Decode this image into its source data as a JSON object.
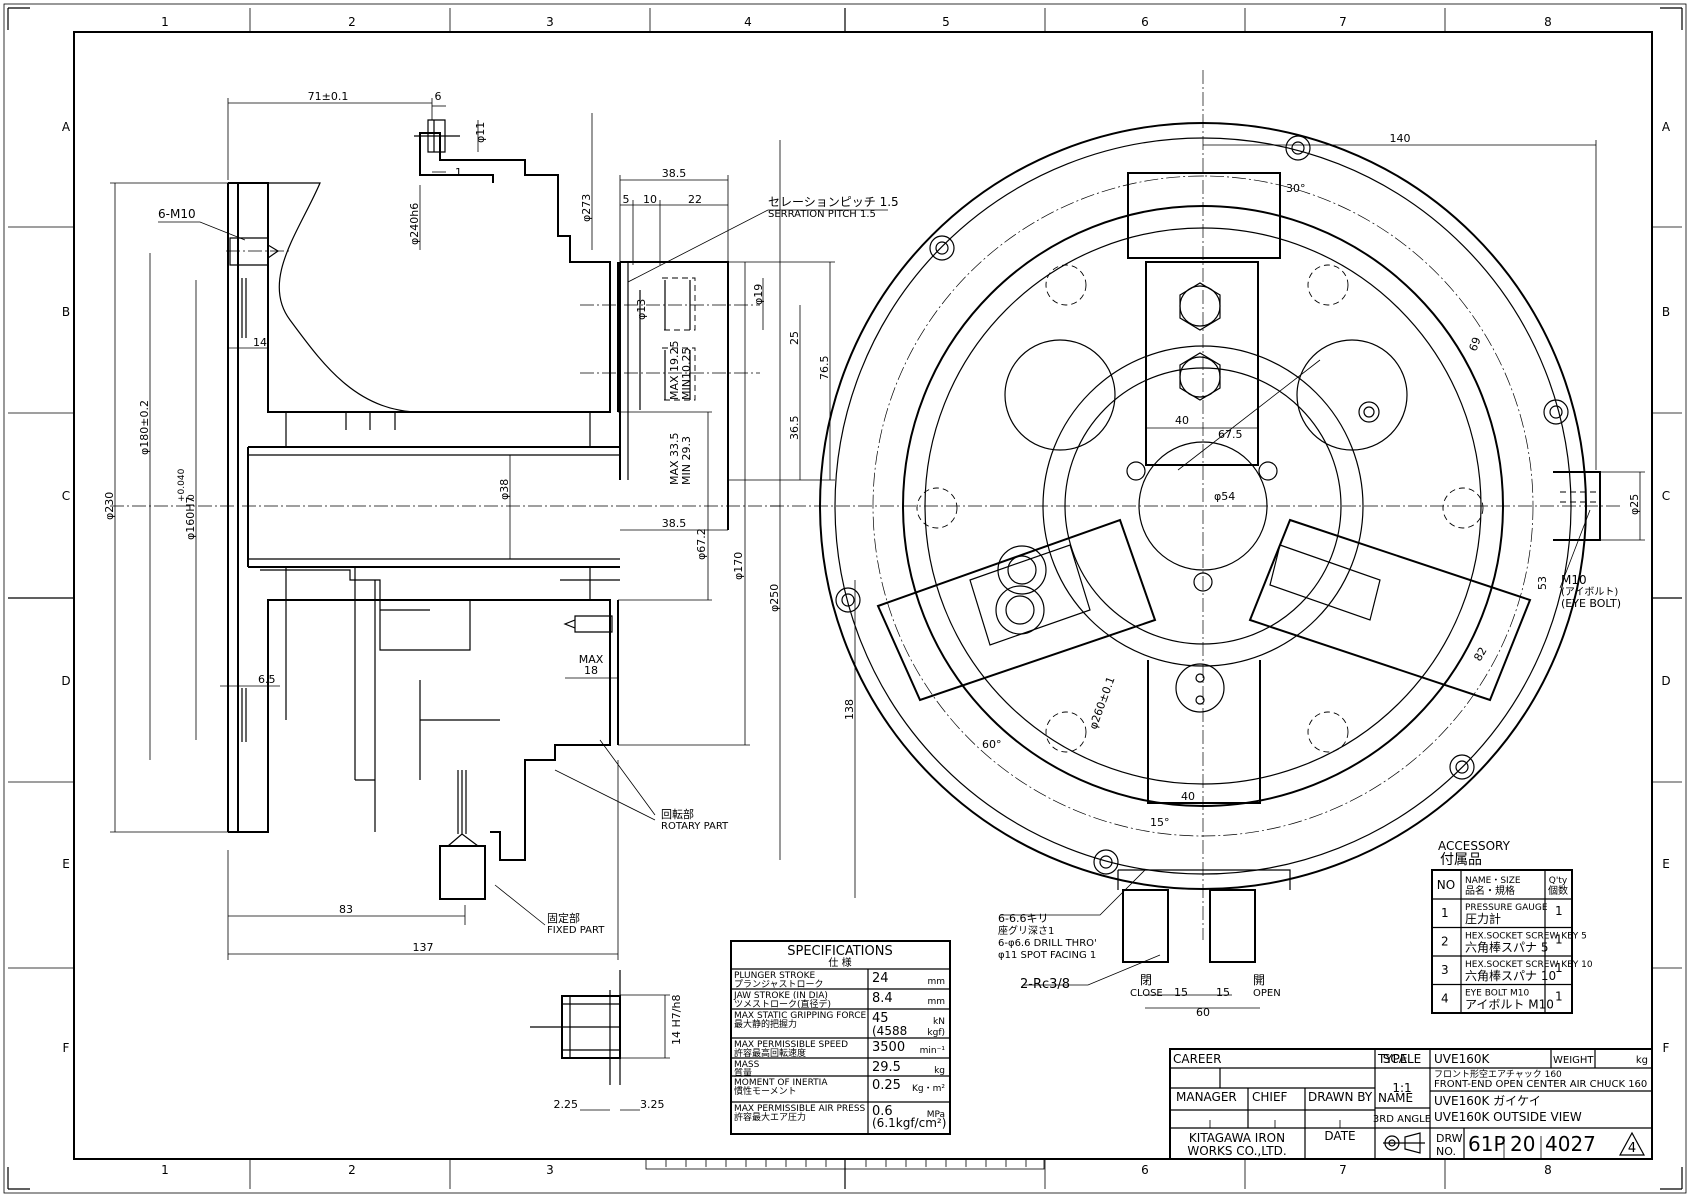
{
  "grid": {
    "columns": [
      "1",
      "2",
      "3",
      "4",
      "5",
      "6",
      "7",
      "8"
    ],
    "rows": [
      "A",
      "B",
      "C",
      "D",
      "E",
      "F"
    ]
  },
  "side_view": {
    "dims": {
      "d71": "71±0.1",
      "d6": "6",
      "d11": "φ11",
      "d1": "1",
      "d273": "φ273",
      "d240": "φ240h6",
      "m10": "6-M10",
      "d14": "14",
      "d180": "φ180±0.2",
      "d230": "φ230",
      "d160": "φ160H7",
      "d160tol_top": "+0.040",
      "d160tol_bot": "0",
      "d38": "φ38",
      "d65": "6.5",
      "d83": "83",
      "d137": "137",
      "d672": "φ67.2",
      "d170": "φ170",
      "d250": "φ250",
      "max_lbl": "MAX",
      "d18": "18"
    },
    "rotary_jp": "回転部",
    "rotary_en": "ROTARY PART",
    "fixed_jp": "固定部",
    "fixed_en": "FIXED PART"
  },
  "jaw_detail": {
    "d385_top": "38.5",
    "d5": "5",
    "d10": "10",
    "d22": "22",
    "serr_jp": "セレーションピッチ 1.5",
    "serr_en": "SERRATION PITCH 1.5",
    "d13": "φ13",
    "d19": "φ19",
    "d25": "25",
    "d765": "76.5",
    "max1925": "MAX 19.25",
    "min1025": "MIN10.25",
    "d365": "36.5",
    "max335": "MAX 33.5",
    "min293": "MIN 29.3",
    "d385_bot": "38.5"
  },
  "front_view": {
    "d140": "140",
    "d30": "30°",
    "d40_top": "40",
    "d675": "67.5",
    "d54": "φ54",
    "d69": "69",
    "d25": "φ25",
    "eyebolt": "M10",
    "eyebolt_jp": "(アイボルト)",
    "eyebolt_en": "(EYE BOLT)",
    "d53": "53",
    "d82": "82",
    "d138": "138",
    "d260": "φ260±0.1",
    "d60deg": "60°",
    "d40_bot": "40",
    "d15deg": "15°",
    "drill_jp1": "6-6.6キリ",
    "drill_jp2": "座グリ深さ1",
    "drill_en1": "6-φ6.6 DRILL THRO'",
    "drill_en2": "φ11 SPOT FACING 1",
    "rc": "2-Rc3/8",
    "close_jp": "閉",
    "close_en": "CLOSE",
    "open_jp": "開",
    "open_en": "OPEN",
    "d15a": "15",
    "d15b": "15",
    "d60": "60"
  },
  "nut_detail": {
    "d14": "14 H7/h8",
    "d225": "2.25",
    "d325": "3.25"
  },
  "specifications": {
    "title": "SPECIFICATIONS",
    "title_jp": "仕 様",
    "rows": [
      {
        "name_en": "PLUNGER STROKE",
        "name_jp": "プランジャストローク",
        "value": "24",
        "value2": "",
        "unit": "mm"
      },
      {
        "name_en": "JAW STROKE (IN DIA)",
        "name_jp": "ツメストローク(直径デ)",
        "value": "8.4",
        "value2": "",
        "unit": "mm"
      },
      {
        "name_en": "MAX STATIC GRIPPING FORCE",
        "name_jp": "最大静的把握力",
        "value": "45",
        "value2": "(4588",
        "unit": "kN",
        "unit2": "kgf)"
      },
      {
        "name_en": "MAX PERMISSIBLE SPEED",
        "name_jp": "許容最高回転速度",
        "value": "3500",
        "value2": "",
        "unit": "min⁻¹"
      },
      {
        "name_en": "MASS",
        "name_jp": "質量",
        "value": "29.5",
        "value2": "",
        "unit": "kg"
      },
      {
        "name_en": "MOMENT OF INERTIA",
        "name_jp": "慣性モーメント",
        "value": "0.25",
        "value2": "",
        "unit": "Kg・m²"
      },
      {
        "name_en": "MAX PERMISSIBLE AIR PRESS",
        "name_jp": "許容最大エア圧力",
        "value": "0.6",
        "value2": "(6.1kgf/cm²)",
        "unit": "MPa"
      }
    ]
  },
  "accessory": {
    "title_en": "ACCESSORY",
    "title_jp": "付属品",
    "col_no": "NO",
    "col_name_en": "NAME・SIZE",
    "col_name_jp": "品名・規格",
    "col_qty_en": "Q'ty",
    "col_qty_jp": "個数",
    "rows": [
      {
        "no": "1",
        "name_en": "PRESSURE GAUGE",
        "name_jp": "圧力計",
        "qty": "1"
      },
      {
        "no": "2",
        "name_en": "HEX.SOCKET SCREW KEY 5",
        "name_jp": "六角棒スパナ 5",
        "qty": "1"
      },
      {
        "no": "3",
        "name_en": "HEX.SOCKET SCREW KEY 10",
        "name_jp": "六角棒スパナ 10",
        "qty": "1"
      },
      {
        "no": "4",
        "name_en": "EYE BOLT M10",
        "name_jp": "アイボルト M10",
        "qty": "1"
      }
    ]
  },
  "title_block": {
    "career": "CAREER",
    "manager": "MANAGER",
    "chief": "CHIEF",
    "drawn_by": "DRAWN BY",
    "date": "DATE",
    "company1": "KITAGAWA IRON",
    "company2": "WORKS CO.,LTD.",
    "scale_lbl": "SCALE",
    "scale_val": "1:1",
    "angle": "3RD ANGLE",
    "type_lbl": "TYPE",
    "type_val": "UVE160K",
    "weight_lbl": "WEIGHT",
    "weight_unit": "kg",
    "name_lbl": "NAME",
    "name_jp": "フロント形空エアチャック 160",
    "name_en": "FRONT-END OPEN CENTER AIR CHUCK 160",
    "name2": "UVE160K ガイケイ",
    "name3": "UVE160K OUTSIDE VIEW",
    "drw_lbl1": "DRW",
    "drw_lbl2": "NO.",
    "drw_a": "61P",
    "drw_b": "20",
    "drw_c": "4027",
    "rev": "4"
  }
}
